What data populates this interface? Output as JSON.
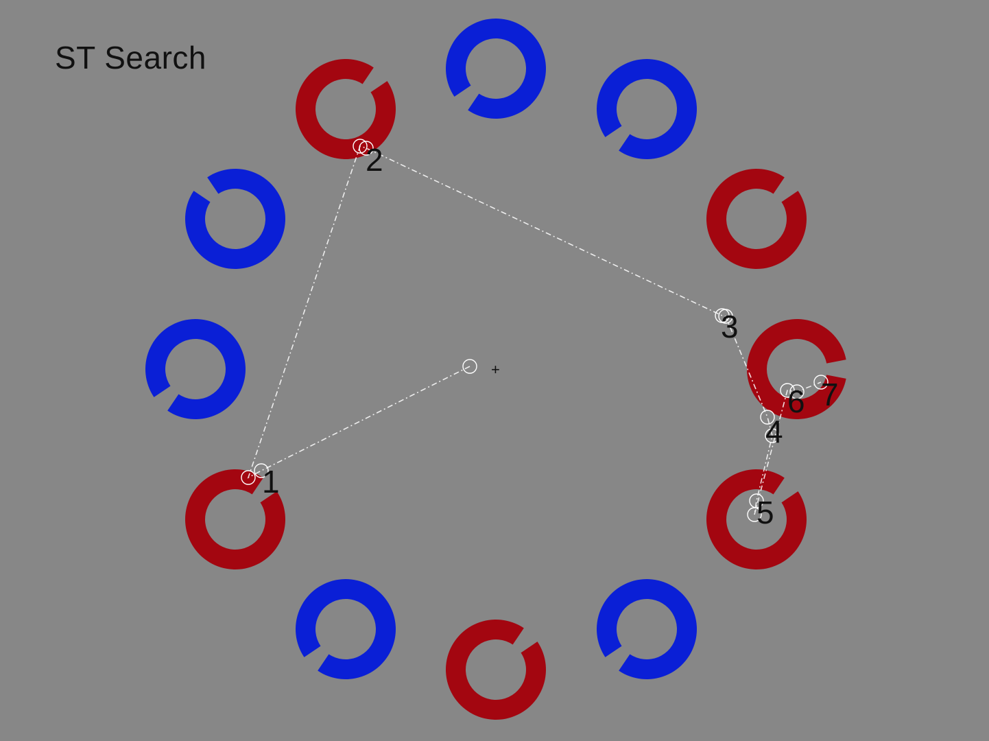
{
  "title": "ST Search",
  "colors": {
    "background": "#878787",
    "red": "#a30610",
    "blue": "#0a1fd6",
    "path": "#ffffff",
    "label": "#111111"
  },
  "fixation_mark": "+",
  "rings": [
    {
      "color": "red",
      "gap": "upper-right"
    },
    {
      "color": "blue",
      "gap": "lower-left"
    },
    {
      "color": "blue",
      "gap": "lower-left"
    },
    {
      "color": "blue",
      "gap": "upper-left"
    },
    {
      "color": "red",
      "gap": "upper-right"
    },
    {
      "color": "blue",
      "gap": "lower-left"
    },
    {
      "color": "red",
      "gap": "right"
    },
    {
      "color": "red",
      "gap": "upper-right"
    },
    {
      "color": "red",
      "gap": "upper-right"
    },
    {
      "color": "blue",
      "gap": "lower-left"
    },
    {
      "color": "blue",
      "gap": "lower-left"
    },
    {
      "color": "red",
      "gap": "upper-right"
    }
  ],
  "fixation_labels": [
    "1",
    "2",
    "3",
    "4",
    "5",
    "6",
    "7"
  ]
}
